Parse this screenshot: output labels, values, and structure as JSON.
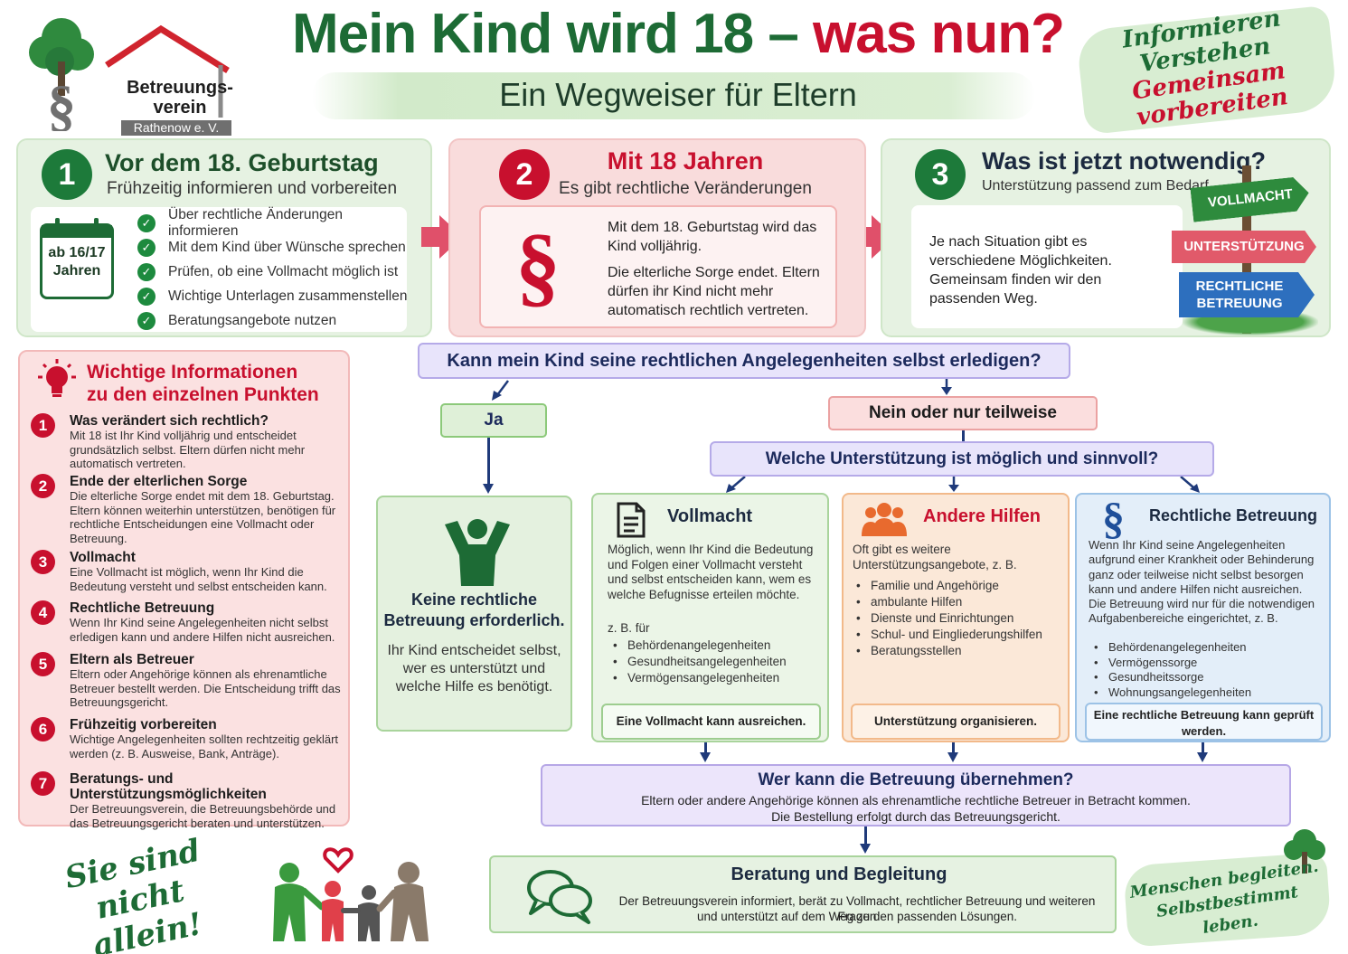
{
  "logo": {
    "line1": "Betreuungs-",
    "line2": "verein",
    "sub": "Rathenow e. V."
  },
  "header": {
    "title_part1": "Mein Kind wird 18 –",
    "title_part2": "was nun?",
    "subtitle": "Ein Wegweiser für Eltern",
    "motto": [
      "Informieren",
      "Verstehen",
      "Gemeinsam vorbereiten"
    ]
  },
  "steps": [
    {
      "num": "1",
      "title": "Vor dem 18. Geburtstag",
      "subtitle": "Frühzeitig informieren und vorbereiten",
      "calendar": "ab 16/17 Jahren",
      "checks": [
        "Über rechtliche Änderungen informieren",
        "Mit dem Kind über Wünsche sprechen",
        "Prüfen, ob eine Vollmacht möglich ist",
        "Wichtige Unterlagen zusammenstellen",
        "Beratungsangebote nutzen"
      ]
    },
    {
      "num": "2",
      "title": "Mit 18 Jahren",
      "subtitle": "Es gibt rechtliche Veränderungen",
      "symbol": "§",
      "text1": "Mit dem 18. Geburtstag wird das Kind volljährig.",
      "text2": "Die elterliche Sorge endet. Eltern dürfen ihr Kind nicht mehr automatisch rechtlich vertreten."
    },
    {
      "num": "3",
      "title": "Was ist jetzt notwendig?",
      "subtitle": "Unterstützung passend zum Bedarf",
      "text": "Je nach Situation gibt es verschiedene Möglichkeiten. Gemeinsam finden wir den passenden Weg.",
      "signs": [
        "VOLLMACHT",
        "UNTERSTÜTZUNG",
        "RECHTLICHE BETREUUNG"
      ]
    }
  ],
  "info": {
    "title_line1": "Wichtige Informationen",
    "title_line2": "zu den einzelnen Punkten",
    "items": [
      {
        "num": "1",
        "heading": "Was verändert sich rechtlich?",
        "text": "Mit 18 ist Ihr Kind volljährig und entscheidet grundsätzlich selbst. Eltern dürfen nicht mehr automatisch vertreten."
      },
      {
        "num": "2",
        "heading": "Ende der elterlichen Sorge",
        "text": "Die elterliche Sorge endet mit dem 18. Geburtstag. Eltern können weiterhin unterstützen, benötigen für rechtliche Entscheidungen eine Vollmacht oder Betreuung."
      },
      {
        "num": "3",
        "heading": "Vollmacht",
        "text": "Eine Vollmacht ist möglich, wenn Ihr Kind die Bedeutung versteht und selbst entscheiden kann."
      },
      {
        "num": "4",
        "heading": "Rechtliche Betreuung",
        "text": "Wenn Ihr Kind seine Angelegenheiten nicht selbst erledigen kann und andere Hilfen nicht ausreichen."
      },
      {
        "num": "5",
        "heading": "Eltern als Betreuer",
        "text": "Eltern oder Angehörige können als ehrenamtliche Betreuer bestellt werden. Die Entscheidung trifft das Betreuungsgericht."
      },
      {
        "num": "6",
        "heading": "Frühzeitig vorbereiten",
        "text": "Wichtige Angelegenheiten sollten rechtzeitig geklärt werden (z. B. Ausweise, Bank, Anträge)."
      },
      {
        "num": "7",
        "heading": "Beratungs- und Unterstützungsmöglichkeiten",
        "text": "Der Betreuungsverein, die Betreuungsbehörde und das Betreuungsgericht beraten und unterstützen."
      }
    ]
  },
  "flow": {
    "question1": "Kann mein Kind seine rechtlichen Angelegenheiten selbst erledigen?",
    "yes": "Ja",
    "no": "Nein oder nur teilweise",
    "question2": "Welche Unterstützung ist möglich und sinnvoll?",
    "keine": {
      "title": "Keine rechtliche Betreuung erforderlich.",
      "text": "Ihr Kind entscheidet selbst, wer es unterstützt und welche Hilfe es benötigt."
    },
    "vollmacht": {
      "title": "Vollmacht",
      "text": "Möglich, wenn Ihr Kind die Bedeutung und Folgen einer Vollmacht versteht und selbst entscheiden kann, wem es welche Befugnisse erteilen möchte.",
      "example": "z. B. für",
      "bullets": [
        "Behördenangelegenheiten",
        "Gesundheitsangelegenheiten",
        "Vermögensangelegenheiten"
      ],
      "footer": "Eine Vollmacht kann ausreichen."
    },
    "andere": {
      "title": "Andere Hilfen",
      "text": "Oft gibt es weitere Unterstützungsangebote, z. B.",
      "bullets": [
        "Familie und Angehörige",
        "ambulante Hilfen",
        "Dienste und Einrichtungen",
        "Schul- und Eingliederungshilfen",
        "Beratungsstellen"
      ],
      "footer": "Unterstützung organisieren."
    },
    "betreuung": {
      "title": "Rechtliche Betreuung",
      "symbol": "§",
      "text1": "Wenn Ihr Kind seine Angelegenheiten aufgrund einer Krankheit oder Behinderung ganz oder teilweise nicht selbst besorgen kann und andere Hilfen nicht ausreichen.",
      "text2": "Die Betreuung wird nur für die notwendigen Aufgabenbereiche eingerichtet, z. B.",
      "bullets": [
        "Behördenangelegenheiten",
        "Vermögenssorge",
        "Gesundheitssorge",
        "Wohnungsangelegenheiten"
      ],
      "footer": "Eine rechtliche Betreuung kann geprüft werden."
    },
    "wer": {
      "title": "Wer kann die Betreuung übernehmen?",
      "line1": "Eltern oder andere Angehörige können als ehrenamtliche rechtliche Betreuer in Betracht kommen.",
      "line2": "Die Bestellung erfolgt durch das Betreuungsgericht."
    },
    "beratung": {
      "title": "Beratung und Begleitung",
      "line1": "Der Betreuungsverein informiert, berät zu Vollmacht, rechtlicher Betreuung und weiteren Fragen",
      "line2": "und unterstützt auf dem Weg zu den passenden Lösungen."
    }
  },
  "footer": {
    "left_line1": "Sie sind",
    "left_line2": "nicht allein!",
    "right_line1": "Menschen begleiten.",
    "right_line2": "Selbstbestimmt leben."
  },
  "colors": {
    "green": "#1d7a3a",
    "red": "#c8102e",
    "navy": "#1f3a7a"
  }
}
